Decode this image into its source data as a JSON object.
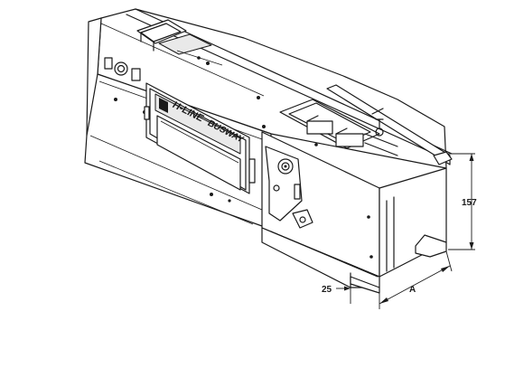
{
  "diagram": {
    "brand_line": "H-LINE",
    "brand_product": "BUSWAY",
    "dim_height": "157",
    "dim_width": "A",
    "dim_offset": "25"
  },
  "colors": {
    "line": "#1a1a1a",
    "background": "#ffffff",
    "face": "#e9e9e9"
  }
}
